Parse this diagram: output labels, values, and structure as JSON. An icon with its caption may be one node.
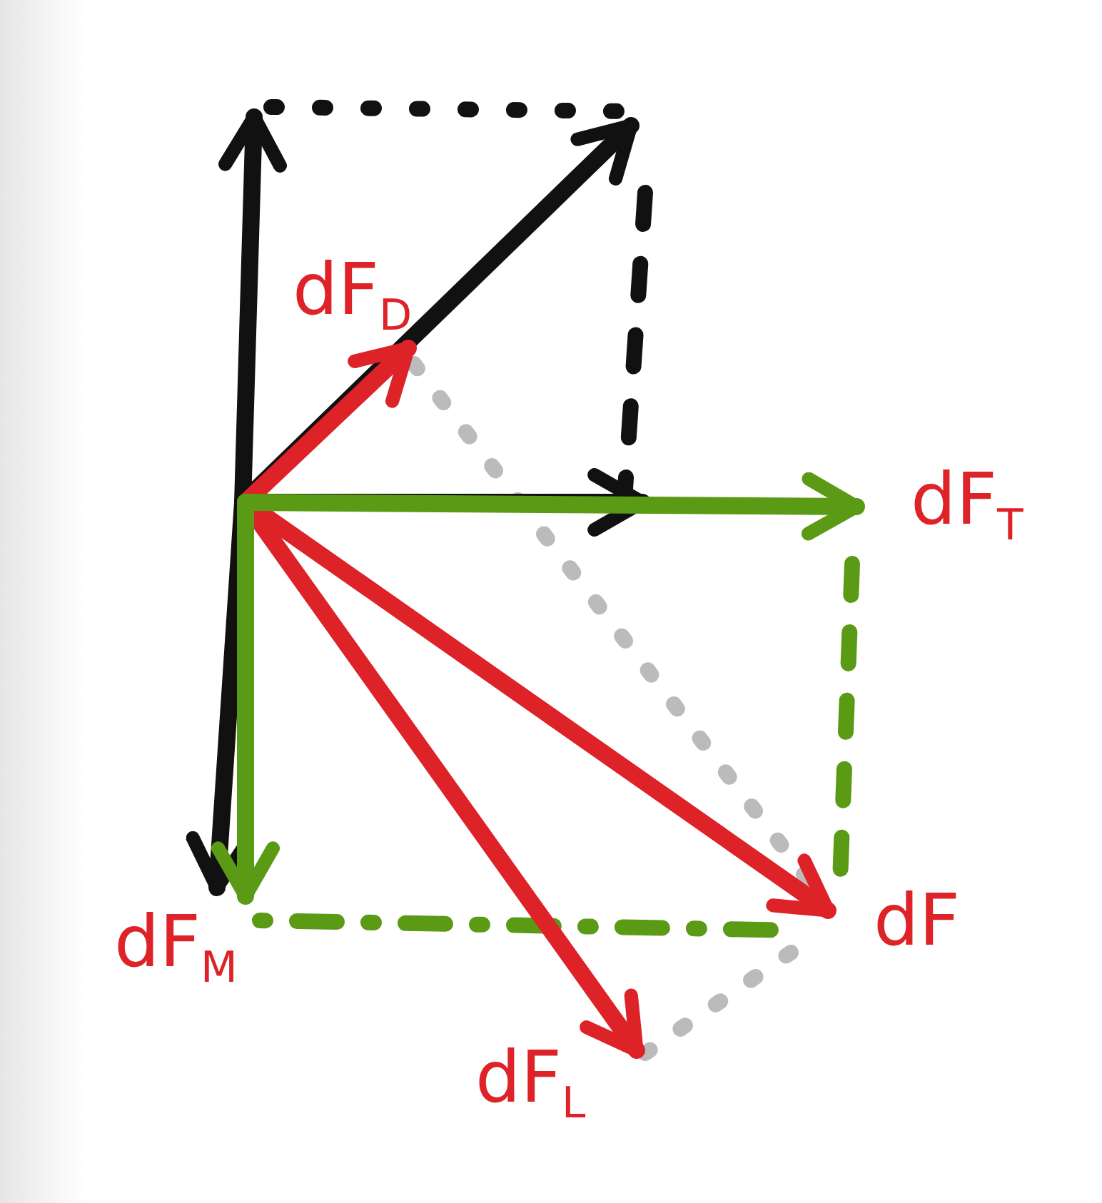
{
  "diagram": {
    "labels": [
      "dF$_{D}$",
      "dF$_{T}$",
      "dF$_{M}$",
      "dF",
      "dF$_{L}$"
    ]
  }
}
